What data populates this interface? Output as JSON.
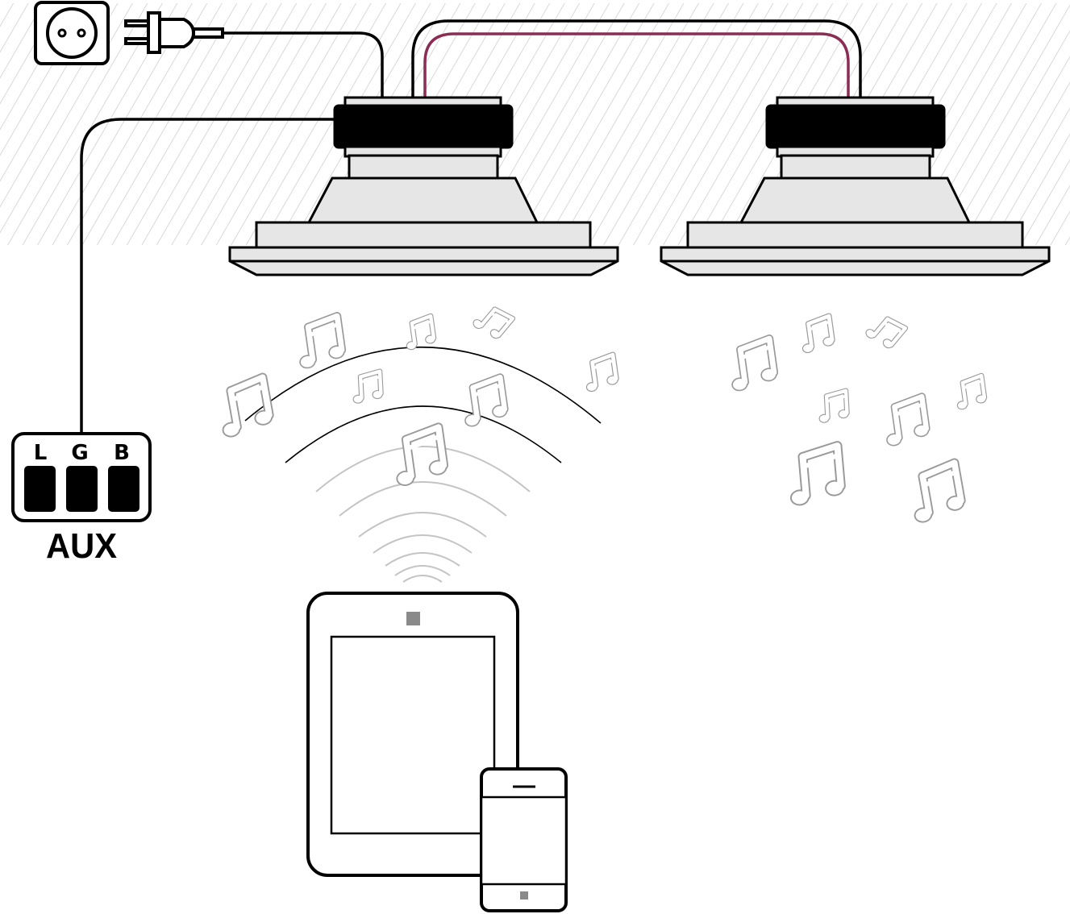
{
  "aux": {
    "title": "AUX",
    "pins": [
      {
        "label": "L"
      },
      {
        "label": "G"
      },
      {
        "label": "B"
      }
    ]
  },
  "colors": {
    "line": "#000000",
    "housing": "#e6e6e6",
    "hatch": "#c8c8c8",
    "note": "#9a9a9a",
    "wave_light": "#c4c4c4",
    "link_cable": "#8a2d55",
    "device_button": "#8a8a8a"
  },
  "icons": {
    "power_outlet": "power-outlet-icon",
    "power_plug": "power-plug-icon",
    "speaker": "ceiling-speaker-icon",
    "tablet": "tablet-icon",
    "phone": "smartphone-icon",
    "music_note": "music-note-icon",
    "wireless": "wireless-waves-icon"
  }
}
